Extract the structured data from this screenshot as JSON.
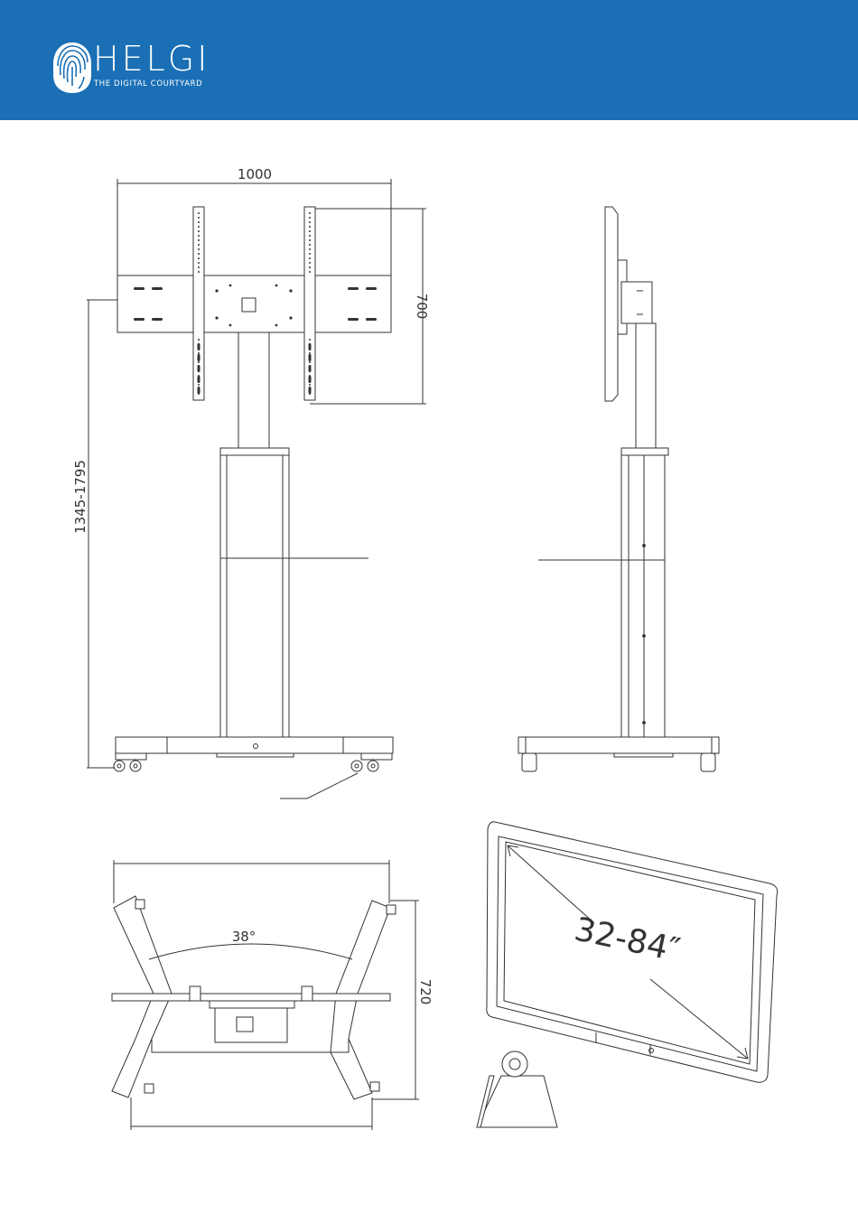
{
  "brand": {
    "name": "HELGI",
    "tagline": "THE DIGITAL COURTYARD",
    "header_color": "#1a6fb5",
    "logo_icon": "fingerprint-icon"
  },
  "dimensions": {
    "bracket_width": "1000",
    "bracket_height": "700",
    "height_range": "1345-1795",
    "base_depth": "720",
    "leg_angle": "38°",
    "screen_size": "32-84″"
  },
  "icons": {
    "weight": "weight-icon"
  },
  "colors": {
    "line": "#333333",
    "fill": "#ffffff"
  }
}
